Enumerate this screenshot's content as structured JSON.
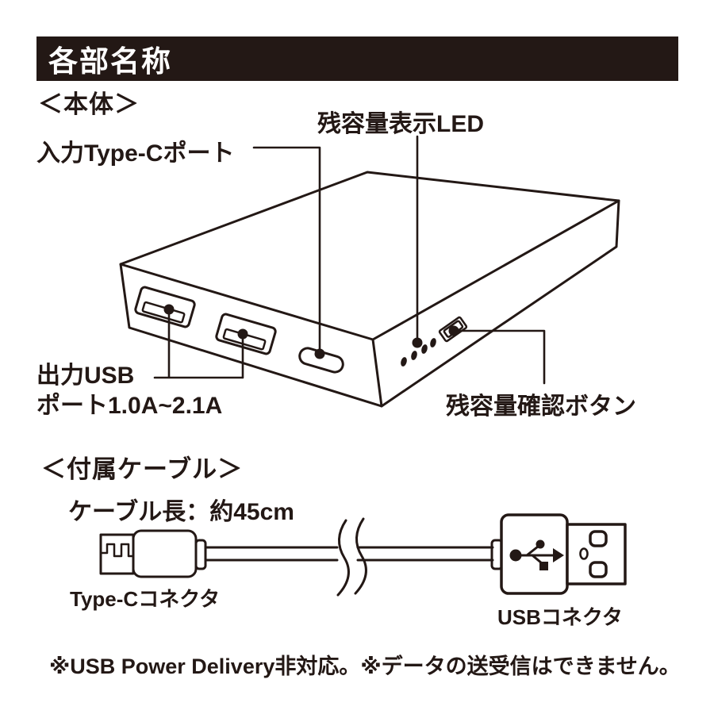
{
  "title_bar": {
    "title": "各部名称"
  },
  "device_section": {
    "heading": "＜本体＞",
    "labels": {
      "input_typec_port": "入力Type-Cポート",
      "battery_led": "残容量表示LED",
      "output_usb_line1": "出力USB",
      "output_usb_line2": "ポート1.0A~2.1A",
      "battery_check_button": "残容量確認ボタン"
    }
  },
  "cable_section": {
    "heading": "＜付属ケーブル＞",
    "cable_length_label": "ケーブル長：約45cm",
    "typec_connector_label": "Type-Cコネクタ",
    "usb_connector_label": "USBコネクタ"
  },
  "footnote": "※USB Power Delivery非対応。※データの送受信はできません。",
  "colors": {
    "ink": "#231815",
    "title_bar_bg": "#231815",
    "title_bar_text": "#ffffff",
    "background": "#ffffff"
  }
}
